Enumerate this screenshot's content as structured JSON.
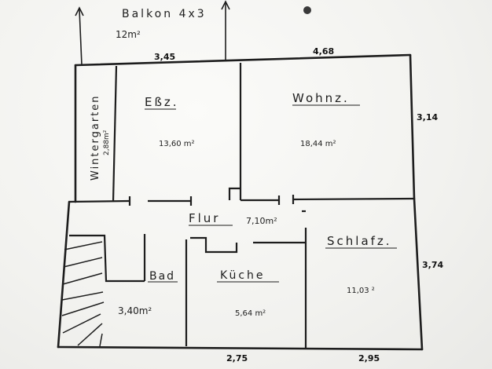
{
  "balcony": {
    "label": "Balkon 4x3",
    "area": "12m²"
  },
  "dimensions": {
    "top_left": "3,45",
    "top_right": "4,68",
    "right_upper": "3,14",
    "right_lower": "3,74",
    "bottom_left": "2,75",
    "bottom_right": "2,95"
  },
  "rooms": {
    "wintergarten": {
      "label": "Wintergarten",
      "area": "2,88m²"
    },
    "essz": {
      "label": "Eßz.",
      "area": "13,60 m²"
    },
    "wohnz": {
      "label": "Wohnz.",
      "area": "18,44 m²"
    },
    "flur": {
      "label": "Flur",
      "area": "7,10m²"
    },
    "schlafz": {
      "label": "Schlafz.",
      "area": "11,03 ²"
    },
    "bad": {
      "label": "Bad",
      "area": "3,40m²"
    },
    "kueche": {
      "label": "Küche",
      "area": "5,64 m²"
    }
  },
  "colors": {
    "ink": "#1d1d1d",
    "paper": "#f4f4f1"
  }
}
